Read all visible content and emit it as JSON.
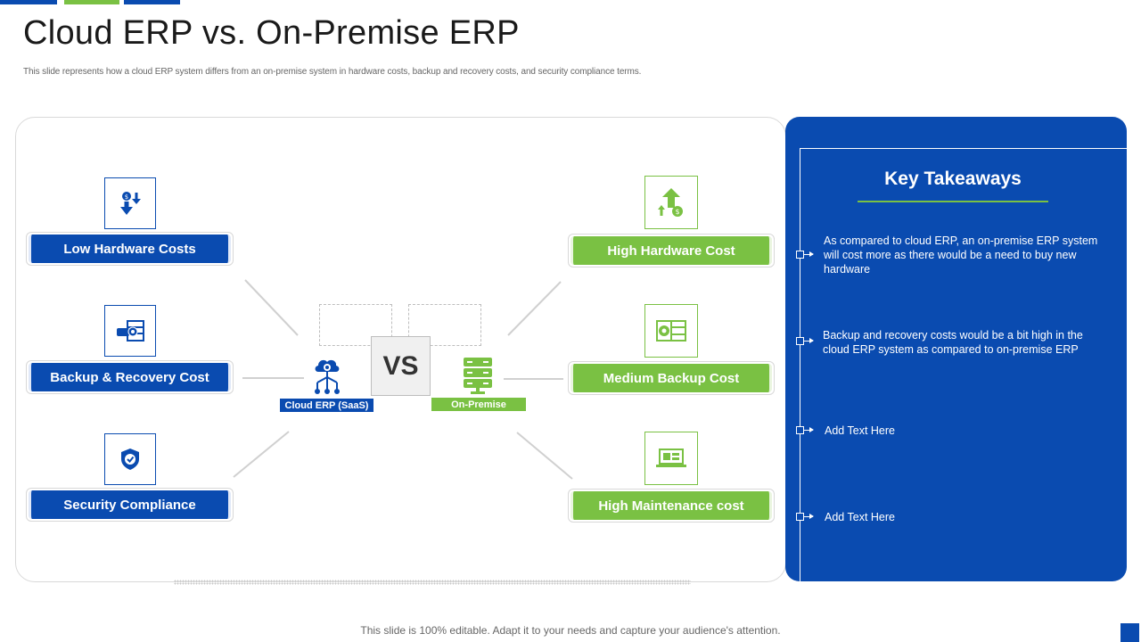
{
  "title": "Cloud ERP vs. On-Premise ERP",
  "subtitle": "This slide represents how a cloud ERP  system differs from an on-premise system in hardware costs, backup and recovery costs, and security compliance terms.",
  "left_items": [
    {
      "label": "Low Hardware Costs",
      "icon": "download-cost-icon"
    },
    {
      "label": "Backup & Recovery Cost",
      "icon": "server-gear-icon"
    },
    {
      "label": "Security Compliance",
      "icon": "shield-check-icon"
    }
  ],
  "right_items": [
    {
      "label": "High Hardware Cost",
      "icon": "upload-cost-icon"
    },
    {
      "label": "Medium Backup Cost",
      "icon": "backup-server-icon"
    },
    {
      "label": "High Maintenance cost",
      "icon": "laptop-icon"
    }
  ],
  "center": {
    "vs": "VS",
    "cloud_label": "Cloud ERP (SaaS)",
    "onprem_label": "On-Premise"
  },
  "takeaways": {
    "title": "Key Takeaways",
    "items": [
      "As compared to cloud ERP, an on-premise ERP system will cost more as there would be a need to buy new hardware",
      "Backup and recovery  costs would be a bit high in the cloud ERP system as compared to on-premise ERP",
      "Add Text Here",
      "Add Text Here"
    ]
  },
  "footer": "This slide is 100% editable. Adapt it to your needs and capture your audience's attention.",
  "colors": {
    "blue": "#0a4bb0",
    "green": "#7ac143"
  }
}
